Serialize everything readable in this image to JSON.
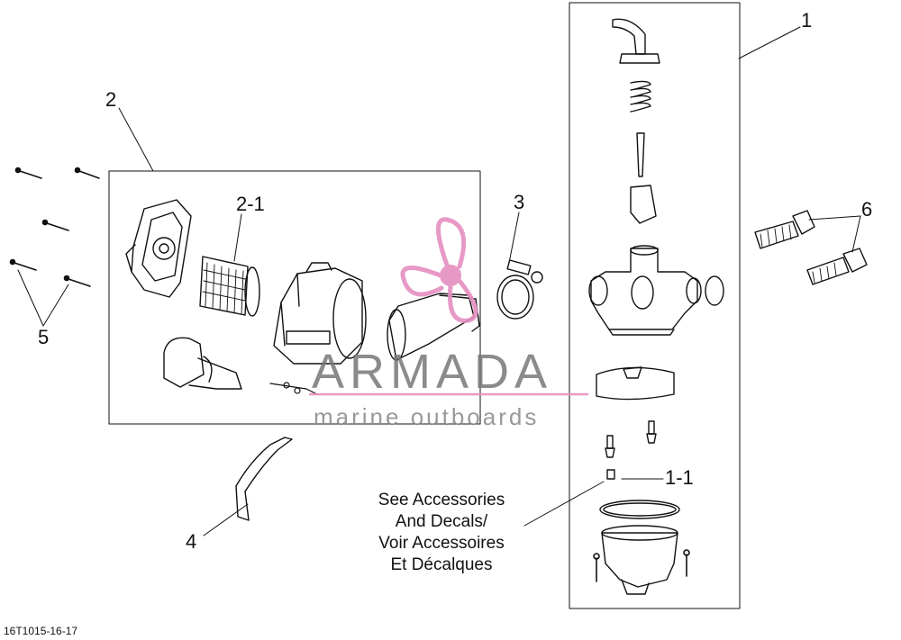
{
  "callouts": {
    "c1": "1",
    "c2": "2",
    "c2_1": "2-1",
    "c3": "3",
    "c4": "4",
    "c5": "5",
    "c6": "6",
    "c1_1": "1-1"
  },
  "note": {
    "line1": "See Accessories",
    "line2": "And Decals/",
    "line3": "Voir Accessoires",
    "line4": "Et Décalques"
  },
  "figure_code": "16T1015-16-17",
  "watermark": {
    "brand": "ARMADA",
    "tagline": "marine outboards"
  },
  "colors": {
    "line": "#111111",
    "watermark_pink": "#e58fc0",
    "watermark_gray": "#7a7a7a"
  }
}
